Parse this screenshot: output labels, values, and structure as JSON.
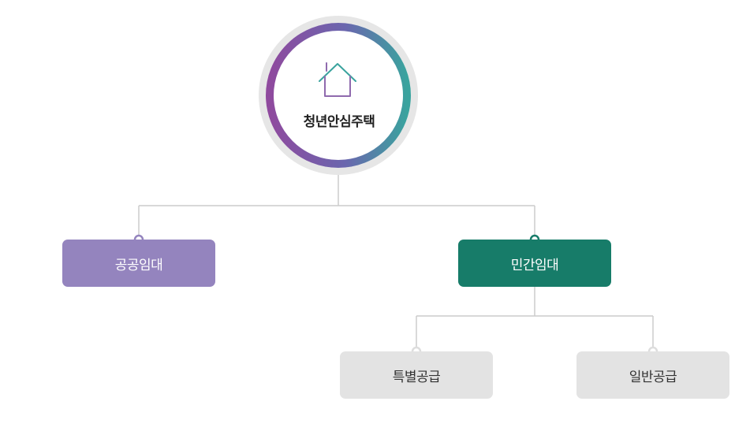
{
  "root": {
    "label": "청년안심주택",
    "icon": "house-icon"
  },
  "branches": [
    {
      "label": "공공임대",
      "color": "#9484be",
      "children": []
    },
    {
      "label": "민간임대",
      "color": "#177c69",
      "children": [
        {
          "label": "특별공급",
          "color": "#e3e3e3"
        },
        {
          "label": "일반공급",
          "color": "#e3e3e3"
        }
      ]
    }
  ],
  "colors": {
    "ring_start": "#8f4a9e",
    "ring_end": "#3aa39e",
    "ring_outer": "#e6e6e6",
    "connector": "#cccccc"
  }
}
